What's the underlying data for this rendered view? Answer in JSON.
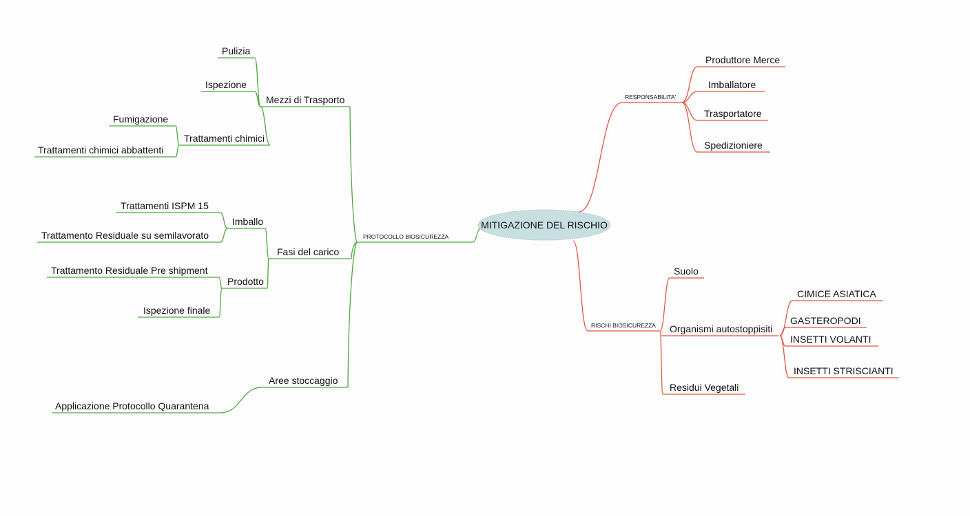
{
  "root": {
    "label": "MITIGAZIONE DEL RISCHIO"
  },
  "colors": {
    "left_branch": "#4ea83f",
    "right_branch": "#e2553d",
    "root_fill": "#c8dfe2"
  },
  "left": {
    "protocollo": "PROTOCOLLO BIOSICUREZZA",
    "mezzi": {
      "label": "Mezzi di Trasporto",
      "pulizia": "Pulizia",
      "ispezione": "Ispezione",
      "trattamenti": {
        "label": "Trattamenti chimici",
        "fumigazione": "Fumigazione",
        "abbattenti": "Trattamenti chimici abbattenti"
      }
    },
    "fasi": {
      "label": "Fasi del carico",
      "imballo": {
        "label": "Imballo",
        "ispm": "Trattamenti ISPM 15",
        "semilavorato": "Trattamento Residuale su semilavorato"
      },
      "prodotto": {
        "label": "Prodotto",
        "preshipment": "Trattamento Residuale Pre shipment",
        "ispezione_finale": "Ispezione finale"
      }
    },
    "aree": {
      "label": "Aree stoccaggio",
      "quarantena": "Applicazione Protocollo Quarantena"
    }
  },
  "right": {
    "responsabilita": {
      "label": "RESPONSABILITA'",
      "produttore": "Produttore Merce",
      "imballatore": "Imballatore",
      "trasportatore": "Trasportatore",
      "spedizioniere": "Spedizioniere"
    },
    "rischi": {
      "label": "RISCHI BIOSICUREZZA",
      "suolo": "Suolo",
      "residui": "Residui Vegetali",
      "organismi": {
        "label": "Organismi autostoppisiti",
        "cimice": "CIMICE ASIATICA",
        "gasteropodi": "GASTEROPODI",
        "volanti": "INSETTI VOLANTI",
        "striscianti": "INSETTI STRISCIANTI"
      }
    }
  }
}
